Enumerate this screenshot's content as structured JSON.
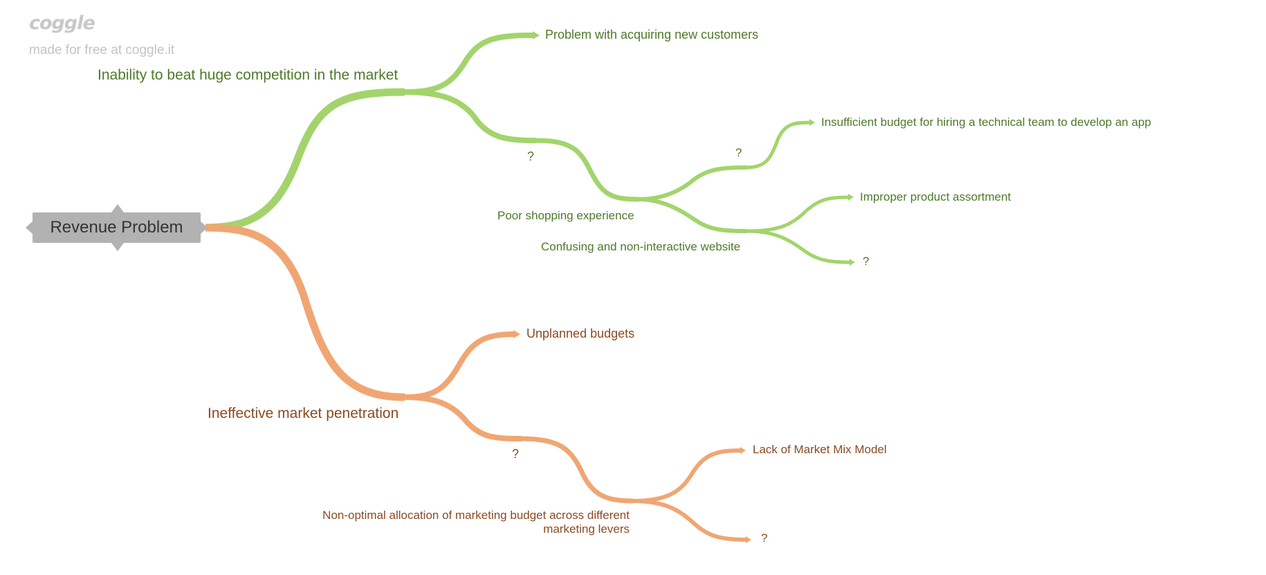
{
  "branding": {
    "logo_text": "coggle",
    "tagline": "made for free at coggle.it"
  },
  "colors": {
    "green_branch": "#a3d46c",
    "green_text": "#4d7a2a",
    "orange_branch": "#f0a673",
    "orange_text": "#8c4a22",
    "root_fill": "#b2b2b2"
  },
  "root": {
    "label": "Revenue Problem"
  },
  "branches": {
    "competition": {
      "label": "Inability to beat huge competition in the market",
      "acquiring": "Problem with acquiring new customers",
      "question": "?",
      "poor_shopping": "Poor shopping experience",
      "poor_question": "?",
      "insufficient_budget": "Insufficient budget for hiring a technical team to develop an app",
      "confusing_website": "Confusing and non-interactive website",
      "improper_assortment": "Improper product assortment",
      "website_question": "?"
    },
    "penetration": {
      "label": "Ineffective market penetration",
      "unplanned": "Unplanned budgets",
      "question": "?",
      "non_optimal_line1": "Non-optimal allocation of marketing budget across different",
      "non_optimal_line2": "marketing levers",
      "market_mix": "Lack of Market Mix Model",
      "mix_question": "?"
    }
  }
}
